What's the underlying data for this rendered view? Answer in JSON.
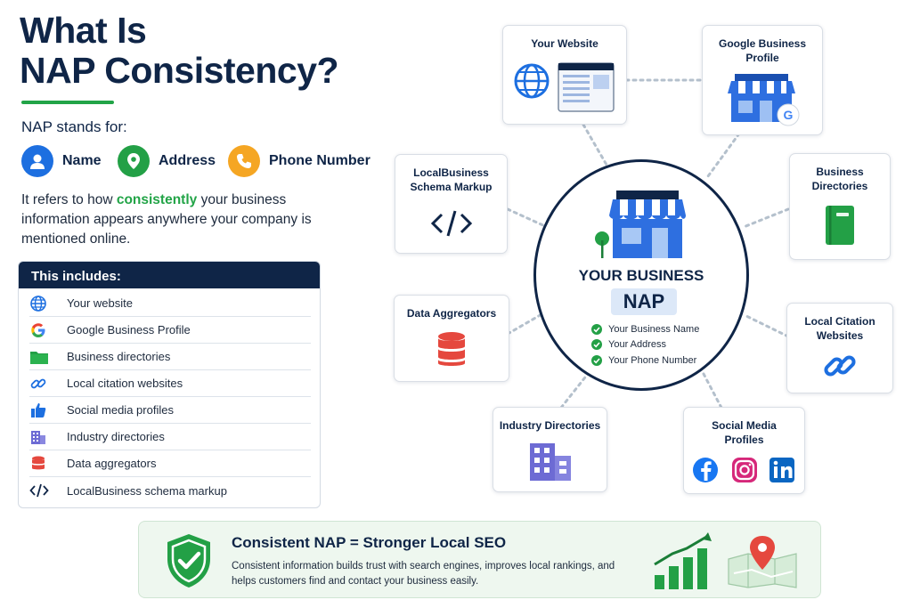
{
  "header": {
    "title_line1": "What Is",
    "title_line2": "NAP Consistency?"
  },
  "intro": {
    "stands_for": "NAP stands for:",
    "nap_items": [
      {
        "label": "Name",
        "icon": "person-icon",
        "color": "#1d6fe0"
      },
      {
        "label": "Address",
        "icon": "location-pin-icon",
        "color": "#23a046"
      },
      {
        "label": "Phone Number",
        "icon": "phone-icon",
        "color": "#f5a623"
      }
    ],
    "refers_prefix": "It refers to how ",
    "refers_highlight": "consistently",
    "refers_suffix": " your business information appears anywhere your company is mentioned online."
  },
  "includes": {
    "heading": "This includes:",
    "items": [
      {
        "label": "Your website",
        "icon": "globe-icon"
      },
      {
        "label": "Google Business Profile",
        "icon": "google-icon"
      },
      {
        "label": "Business directories",
        "icon": "folder-icon"
      },
      {
        "label": "Local citation websites",
        "icon": "link-icon"
      },
      {
        "label": "Social media profiles",
        "icon": "thumbs-up-icon"
      },
      {
        "label": "Industry directories",
        "icon": "building-icon"
      },
      {
        "label": "Data aggregators",
        "icon": "database-icon"
      },
      {
        "label": "LocalBusiness schema markup",
        "icon": "code-icon"
      }
    ]
  },
  "hub": {
    "title": "YOUR BUSINESS",
    "nap": "NAP",
    "checks": [
      "Your Business Name",
      "Your Address",
      "Your Phone Number"
    ]
  },
  "cards": {
    "website": "Your Website",
    "gbp_line1": "Google Business",
    "gbp_line2": "Profile",
    "directories_line1": "Business",
    "directories_line2": "Directories",
    "schema_line1": "LocalBusiness",
    "schema_line2": "Schema Markup",
    "citation_line1": "Local Citation",
    "citation_line2": "Websites",
    "aggregators": "Data Aggregators",
    "industry": "Industry Directories",
    "social_line1": "Social Media",
    "social_line2": "Profiles"
  },
  "footer": {
    "title": "Consistent NAP = Stronger Local SEO",
    "text": "Consistent information builds trust with search engines, improves local rankings, and helps customers find and contact your business easily."
  },
  "colors": {
    "navy": "#0f2547",
    "green": "#22a447",
    "blue": "#1d6fe0",
    "orange": "#f5a623",
    "red": "#e5483e"
  }
}
